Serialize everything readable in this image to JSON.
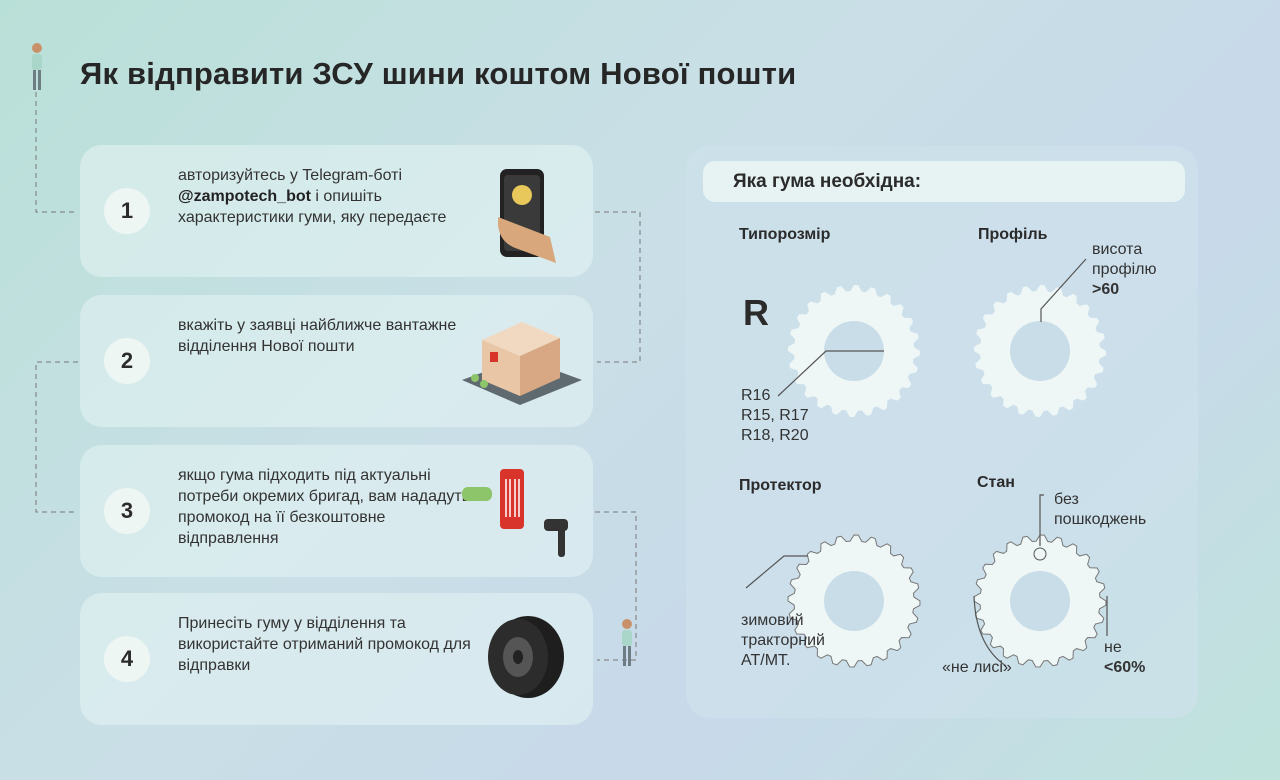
{
  "title": "Як відправити ЗСУ шини коштом Нової пошти",
  "steps": [
    {
      "num": "1",
      "pre": "авторизуйтесь у Telegram-боті",
      "bold": "@zampotech_bot",
      "post": " і опишіть характеристики гуми, яку передаєте"
    },
    {
      "num": "2",
      "text": "вкажіть у заявці найближче вантажне відділення Нової пошти"
    },
    {
      "num": "3",
      "text": "якщо гума підходить під актуальні потреби окремих бригад, вам нададуть промокод на її безкоштовне відправлення"
    },
    {
      "num": "4",
      "text": "Принесіть гуму у відділення та використайте отриманий промокод для відправки"
    }
  ],
  "panel": {
    "heading": "Яка гума необхідна:",
    "size": {
      "label": "Типорозмір",
      "letter": "R",
      "values": [
        "R16",
        "R15, R17",
        "R18, R20"
      ]
    },
    "profile": {
      "label": "Профіль",
      "note": "висота профілю",
      "value": ">60"
    },
    "tread": {
      "label": "Протектор",
      "values": [
        "зимовий",
        "тракторний",
        "AT/MT."
      ]
    },
    "condition": {
      "label": "Стан",
      "top": "без пошкоджень",
      "left": "«не лисі»",
      "right_pre": "не",
      "right_value": "<60%"
    }
  },
  "colors": {
    "card": "#e6f4f4",
    "gear": "#eef6f6",
    "accent": "#d9342b"
  }
}
